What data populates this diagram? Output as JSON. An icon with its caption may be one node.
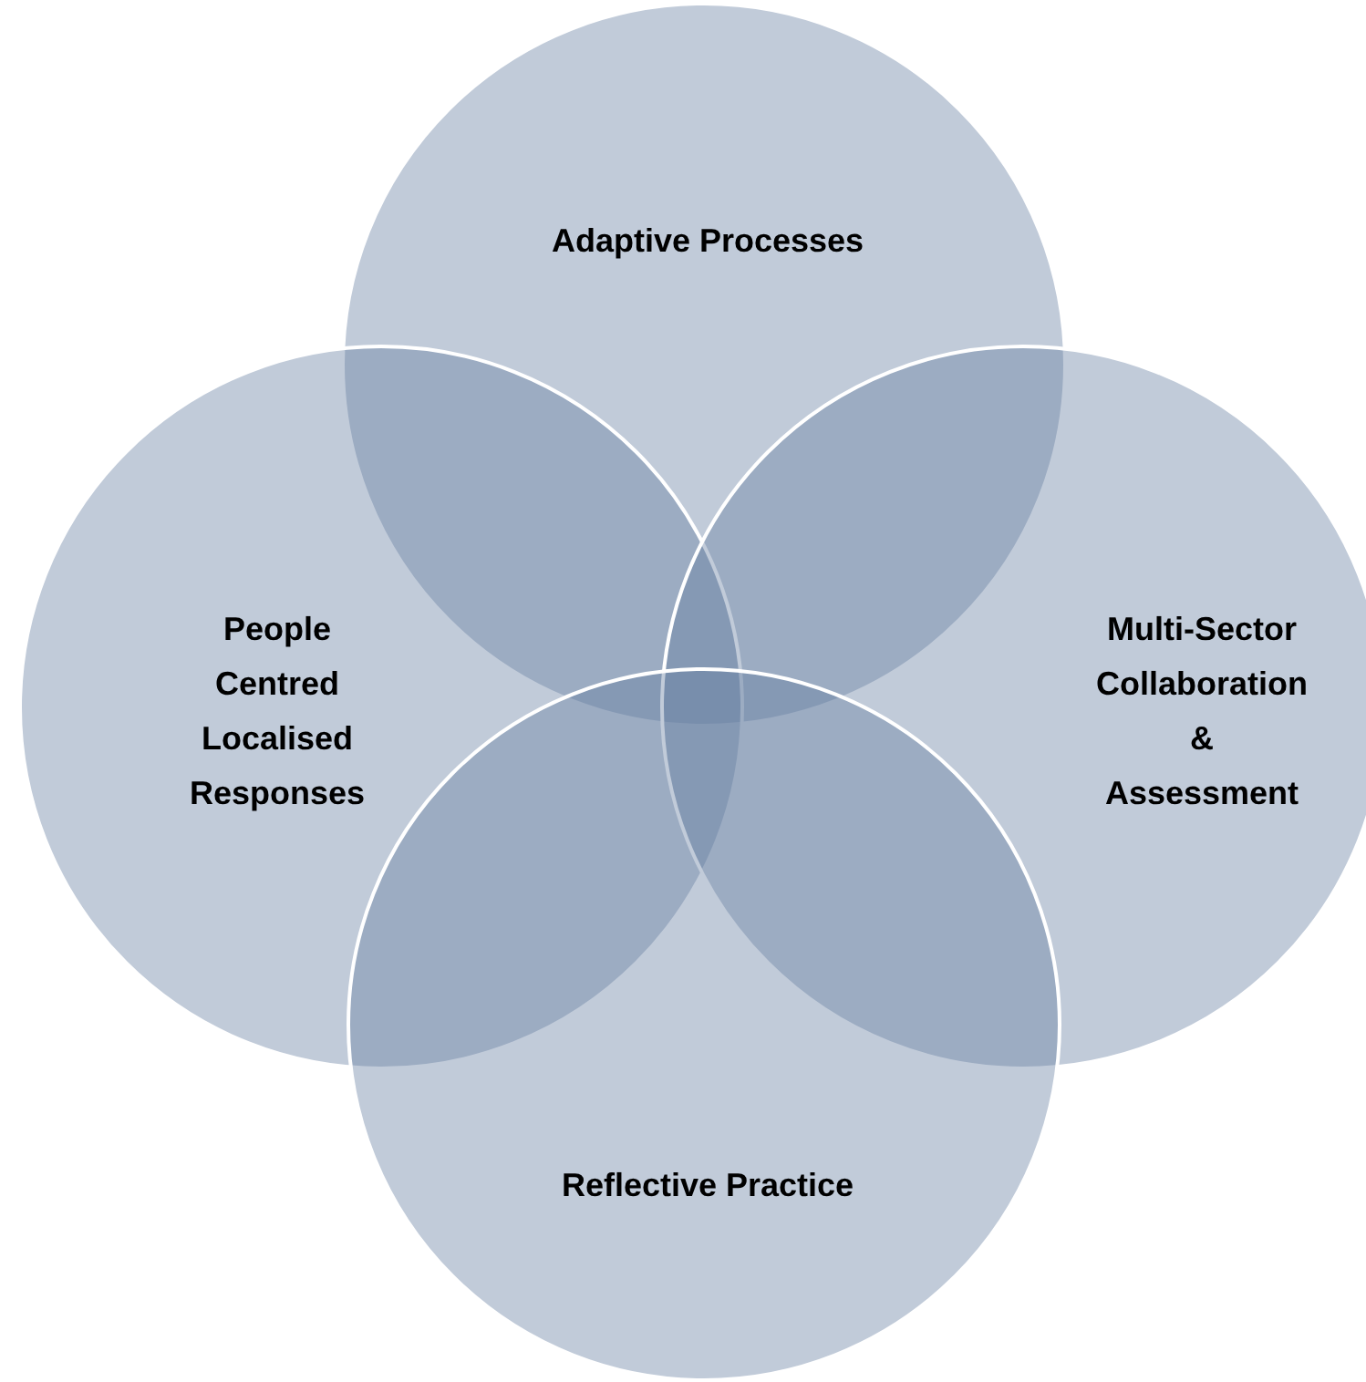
{
  "diagram": {
    "nodes": [
      {
        "text": [
          "Adaptive Processes"
        ]
      },
      {
        "text": [
          "People Centred Localised Responses"
        ]
      },
      {
        "text": [
          "Multi-Sector Collaboration & Assessment"
        ]
      },
      {
        "text": [
          "Reflective Practice"
        ]
      }
    ]
  }
}
